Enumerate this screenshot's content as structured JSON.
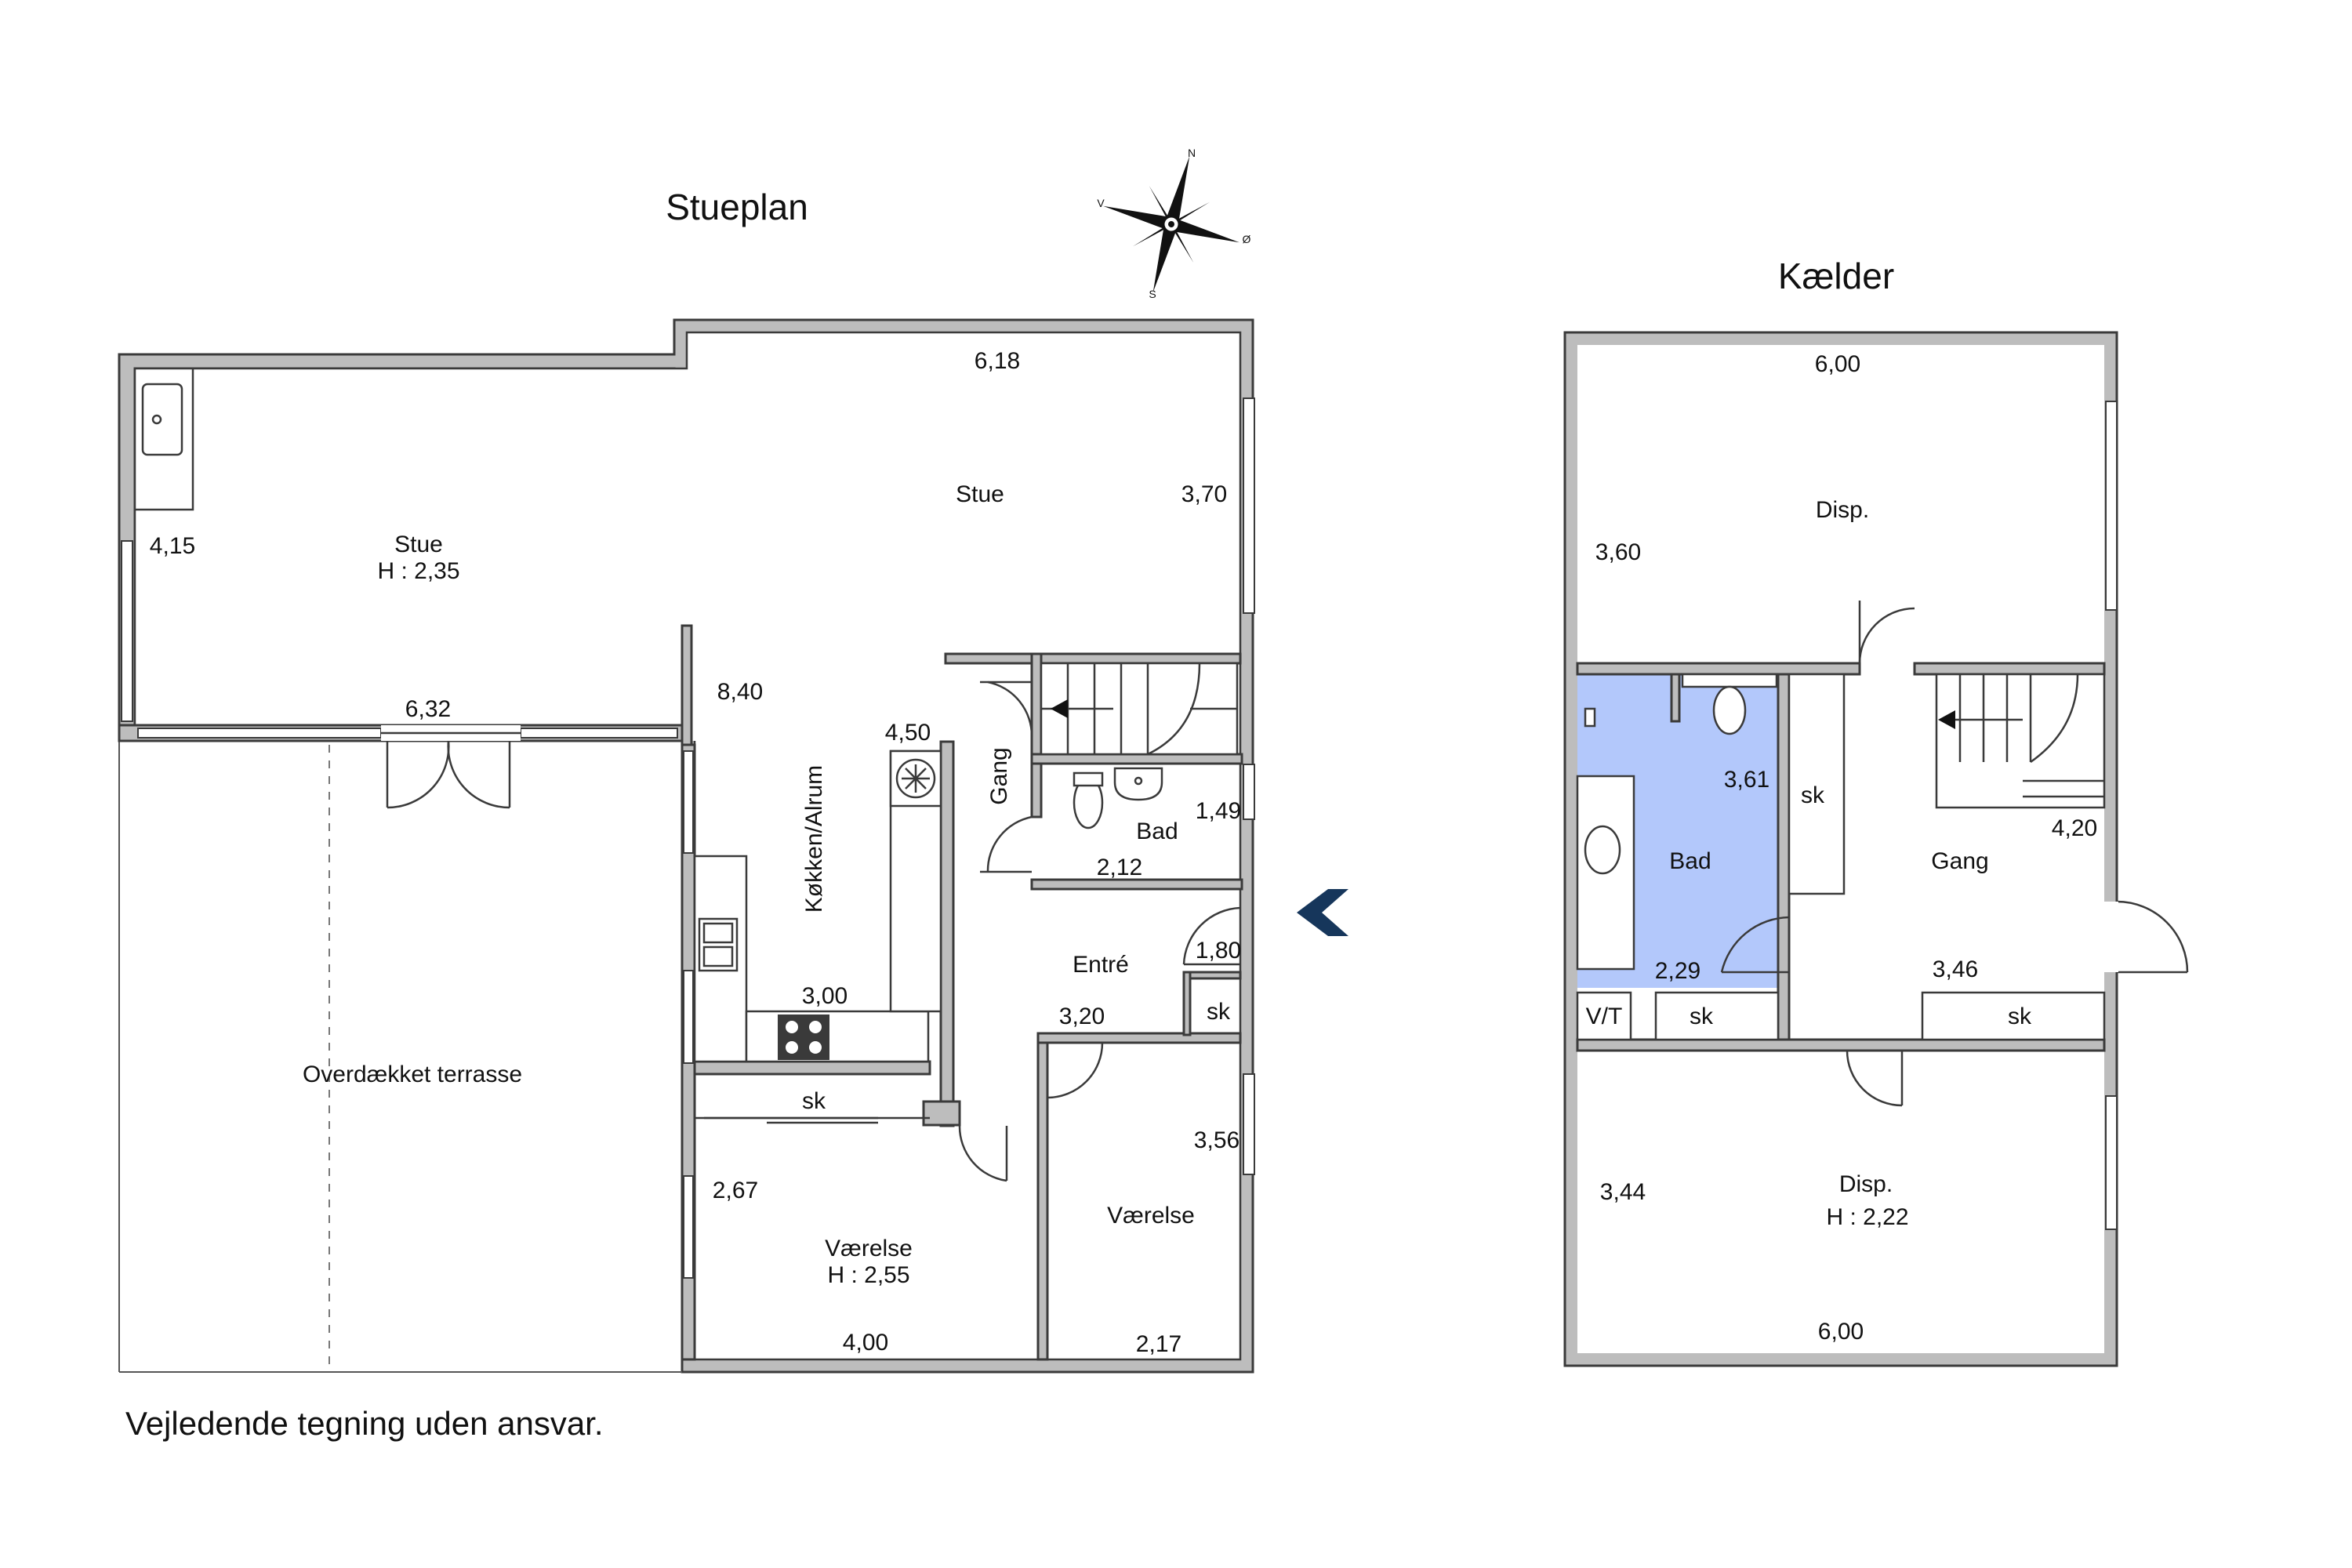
{
  "titles": {
    "ground_floor": "Stueplan",
    "basement": "Kælder"
  },
  "footer": "Vejledende tegning uden ansvar.",
  "compass": {
    "n": "N",
    "s": "S",
    "e": "Ø",
    "w": "V"
  },
  "colors": {
    "bathroom_fill": "#b3c8fb",
    "entrance_arrow": "#16365b",
    "wall_fill": "#bdbdbd"
  },
  "ground_floor": {
    "living_top_width": "6,18",
    "living_label": "Stue",
    "living_right_depth": "3,70",
    "living_left_label": "Stue",
    "living_left_height": "H : 2,35",
    "living_left_depth": "4,15",
    "living_bottom_width": "6,32",
    "kitchen_depth": "8,40",
    "kitchen_label": "Køkken/Alrum",
    "kitchen_width": "4,50",
    "kitchen_bottom": "3,00",
    "hall_label": "Gang",
    "bath_label": "Bad",
    "bath_depth": "1,49",
    "bath_width": "2,12",
    "entry_label": "Entré",
    "entry_depth": "1,80",
    "entry_width": "3,20",
    "entry_closet": "sk",
    "closet": "sk",
    "terrace_label": "Overdækket terrasse",
    "room1_depth": "2,67",
    "room1_label": "Værelse",
    "room1_height": "H : 2,55",
    "room1_width": "4,00",
    "room2_depth": "3,56",
    "room2_label": "Værelse",
    "room2_width": "2,17"
  },
  "basement": {
    "top_width": "6,00",
    "top_label": "Disp.",
    "top_depth": "3,60",
    "bath_depth": "3,61",
    "bath_label": "Bad",
    "bath_width": "2,29",
    "closet_a": "sk",
    "closet_b": "sk",
    "closet_c": "sk",
    "vt_label": "V/T",
    "hall_label": "Gang",
    "hall_depth": "4,20",
    "hall_width": "3,46",
    "bottom_depth": "3,44",
    "bottom_label": "Disp.",
    "bottom_height": "H : 2,22",
    "bottom_width": "6,00"
  }
}
